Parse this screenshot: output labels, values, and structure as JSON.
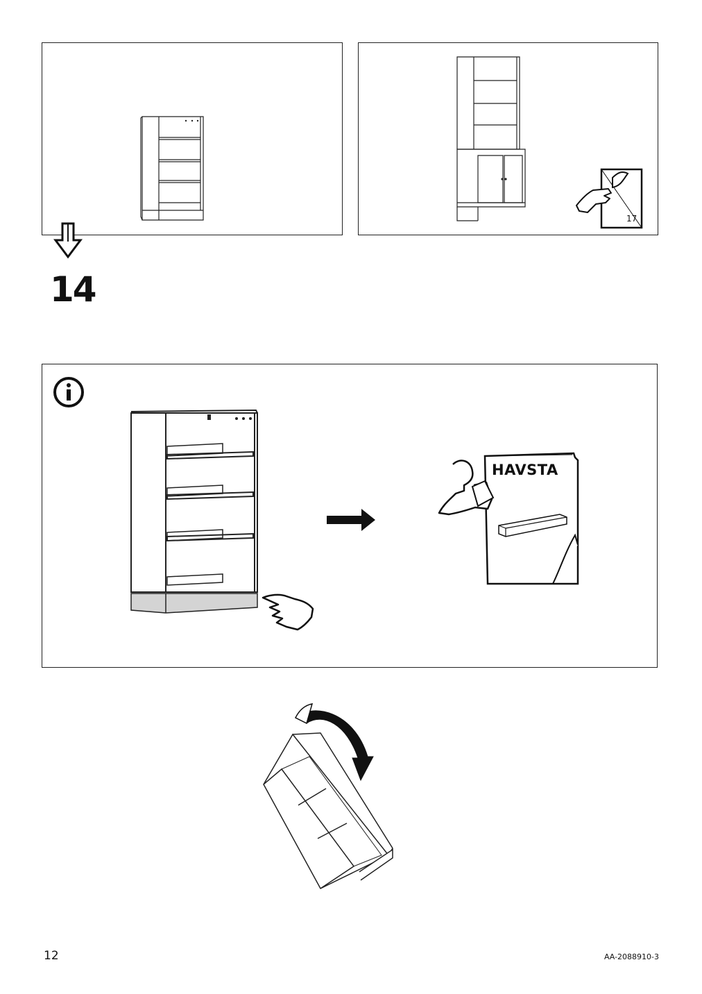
{
  "step": {
    "number": "14"
  },
  "reference": {
    "page": "17"
  },
  "brochure": {
    "title": "HAVSTA"
  },
  "footer": {
    "page_number": "12",
    "document_code": "AA-2088910-3"
  },
  "icons": {
    "info": "info-circle-icon",
    "continue_arrow": "down-arrow-icon",
    "next_arrow": "right-arrow-icon",
    "rotate_arrow": "curved-arrow-icon",
    "pointing_hand": "pointing-hand-icon",
    "page_turn": "page-turn-hand-icon",
    "reading_person": "reading-person-icon"
  }
}
